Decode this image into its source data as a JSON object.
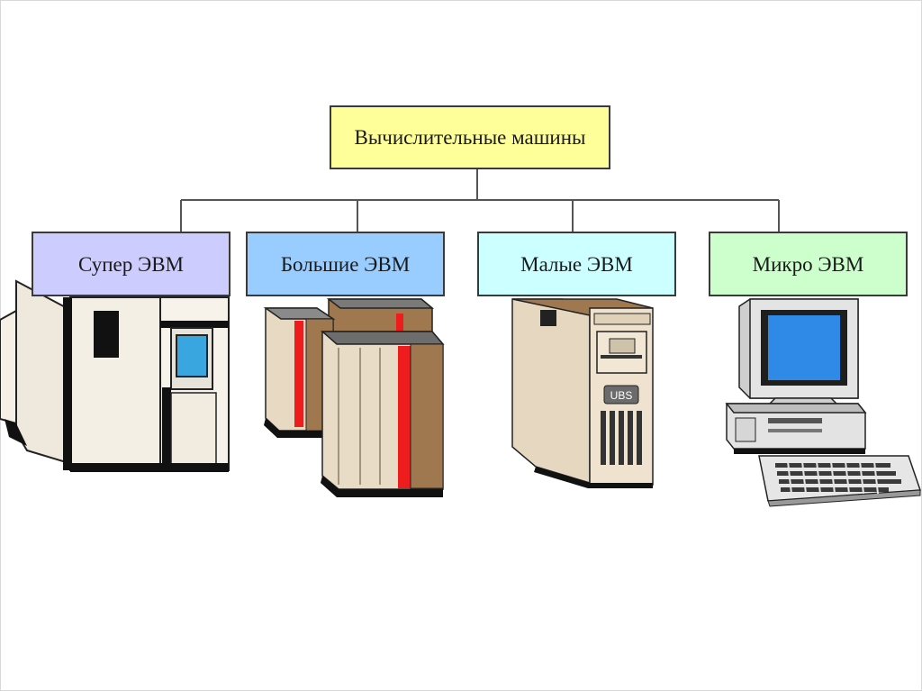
{
  "diagram": {
    "root": {
      "label": "Вычислительные машины",
      "color": "#ffff99"
    },
    "categories": [
      {
        "label": "Супер ЭВМ",
        "color": "#ccccff",
        "icon": "supercomputer-icon"
      },
      {
        "label": "Большие ЭВМ",
        "color": "#99ccff",
        "icon": "mainframe-icon"
      },
      {
        "label": "Малые ЭВМ",
        "color": "#ccffff",
        "icon": "minicomputer-icon"
      },
      {
        "label": "Микро ЭВМ",
        "color": "#ccffcc",
        "icon": "microcomputer-icon"
      }
    ],
    "minicomputer_badge": "UBS"
  }
}
